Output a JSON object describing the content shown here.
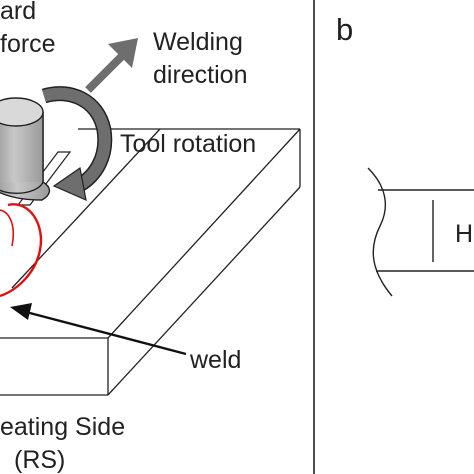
{
  "panel_a": {
    "label_force_line1": "ard",
    "label_force_line2": "force",
    "label_direction_line1": "Welding",
    "label_direction_line2": "direction",
    "label_tool_rotation": "Tool rotation",
    "label_weld": "weld",
    "label_side_line1": "eating Side",
    "label_side_line2": "(RS)"
  },
  "panel_b": {
    "panel_label": "b",
    "partial_text": "H"
  },
  "colors": {
    "line": "#222222",
    "weld_outline": "#e01010",
    "arrow_gray": "#6e6e6e",
    "tool_gray": "#b4b4b4"
  }
}
